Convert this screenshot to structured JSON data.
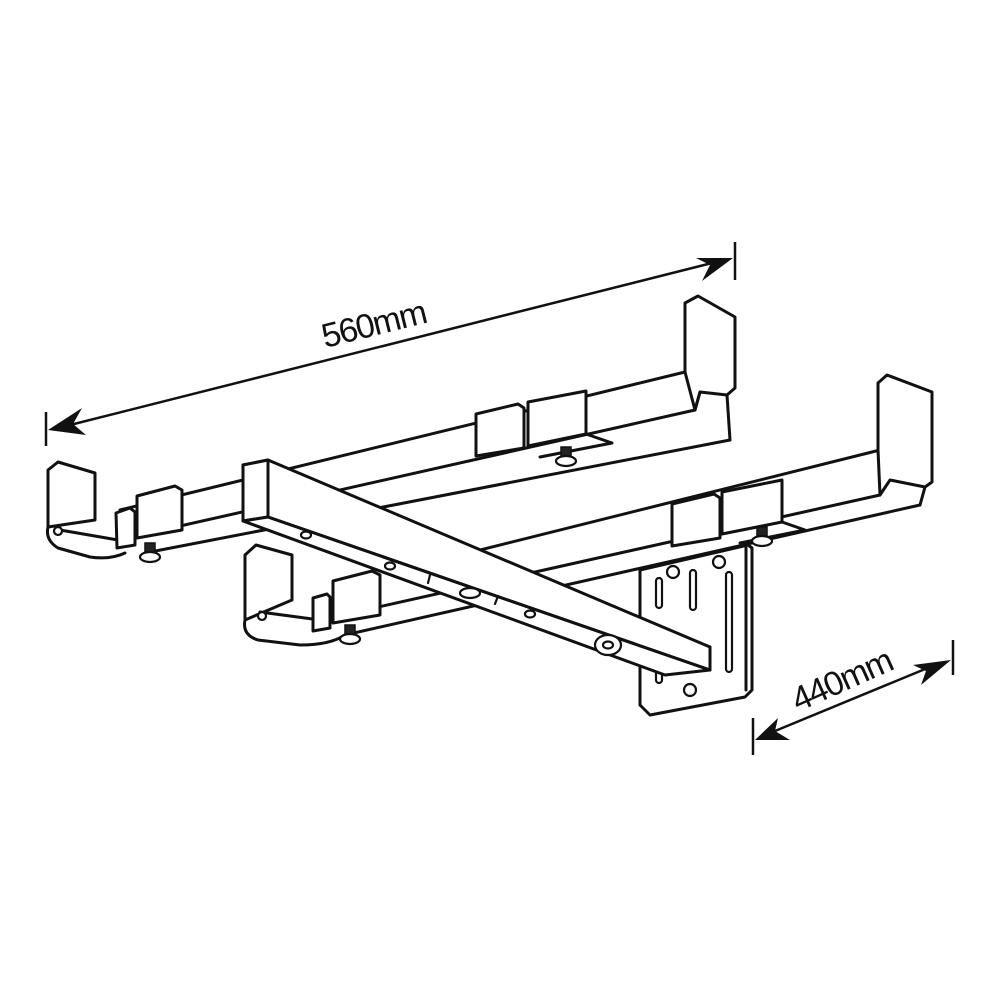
{
  "diagram": {
    "subject": "Wall-mounted bracket with two parallel U-channel arms and a crossbar",
    "background_color": "#ffffff",
    "line_color": "#111111",
    "dimensions": {
      "length": {
        "label": "560mm",
        "value": 560,
        "unit": "mm"
      },
      "depth": {
        "label": "440mm",
        "value": 440,
        "unit": "mm"
      }
    },
    "components": [
      {
        "name": "rear-arm"
      },
      {
        "name": "front-arm"
      },
      {
        "name": "crossbar"
      },
      {
        "name": "wall-plate"
      },
      {
        "name": "bolts",
        "count": 4
      }
    ]
  }
}
